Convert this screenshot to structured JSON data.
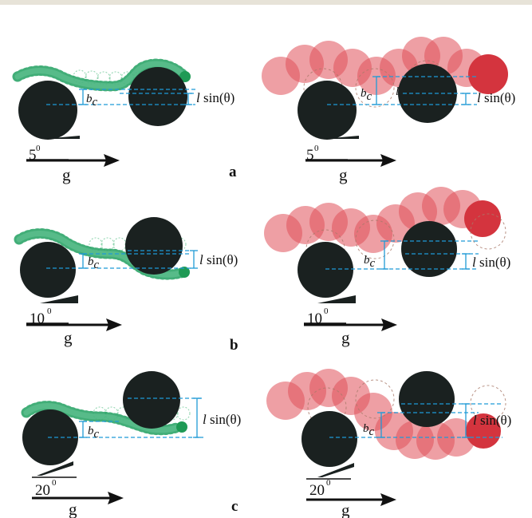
{
  "panels": [
    {
      "letter": "a",
      "angle_value": "5",
      "angle_deg": 5
    },
    {
      "letter": "b",
      "angle_value": "10",
      "angle_deg": 10
    },
    {
      "letter": "c",
      "angle_value": "20",
      "angle_deg": 20
    }
  ],
  "labels": {
    "gravity": "g",
    "degree_mark": "0",
    "bc_main": "b",
    "bc_sub": "c",
    "lsin_l": "l",
    "lsin_rest": " sin(θ)",
    "chain_length": "l"
  },
  "colors": {
    "obstacle": "#1a2120",
    "flexible_chain": "#21a060",
    "flexible_chain_light": "#6cc79a",
    "rigid_chain": "#e0505a",
    "rigid_head": "#d4343e",
    "guide_line": "#1f9ad6",
    "background": "#ffffff"
  }
}
